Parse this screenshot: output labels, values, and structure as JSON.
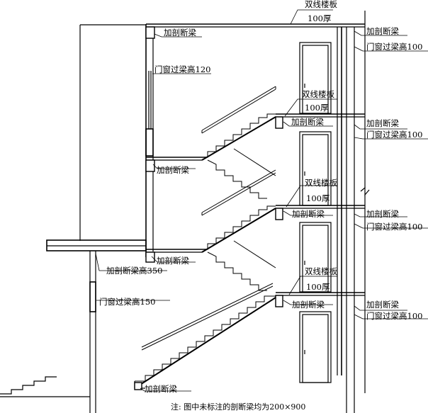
{
  "labels": {
    "double_floor_slab": "双线楼板",
    "slab_thickness": "100厚",
    "section_beam": "加剖断梁",
    "lintel_100": "门窗过梁高100",
    "lintel_120": "门窗过梁高120",
    "section_beam_350": "加剖断梁高350",
    "lintel_150": "门窗过梁高150"
  },
  "note": "注: 图中未标注的剖断梁均为200×900",
  "colors": {
    "line": "#000000",
    "background": "#ffffff"
  }
}
